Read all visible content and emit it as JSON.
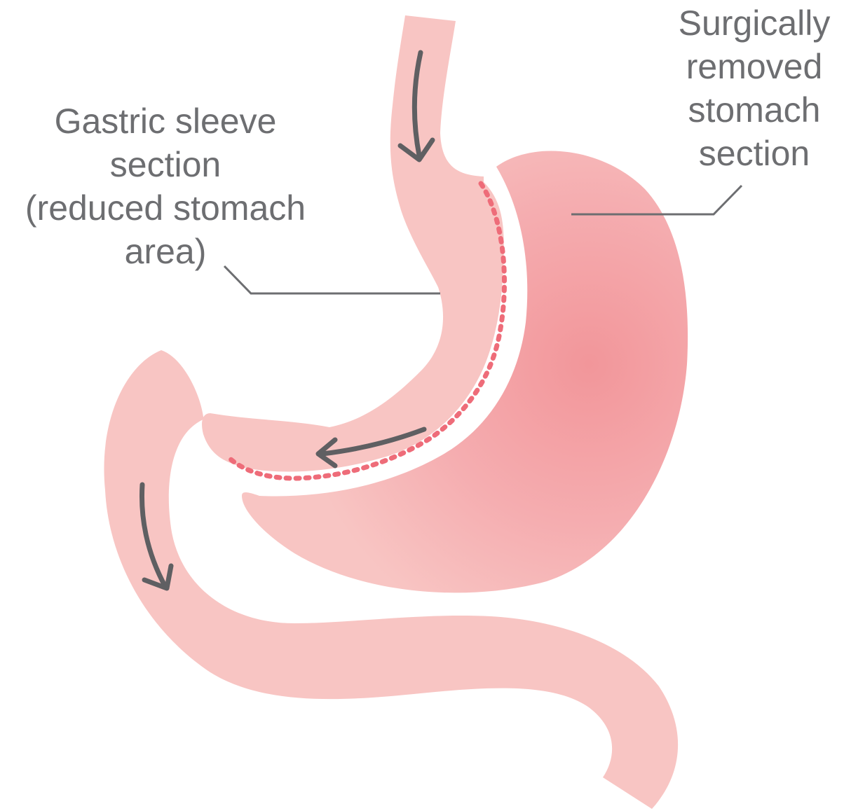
{
  "labels": {
    "sleeve": [
      "Gastric sleeve",
      "section",
      "(reduced stomach",
      "area)"
    ],
    "removed": [
      "Surgically",
      "removed",
      "stomach",
      "section"
    ]
  },
  "colors": {
    "tissue": "#f8c5c3",
    "removed_core": "#f2969a",
    "staple_line": "#ee6c79",
    "arrow": "#5f5f62",
    "leader_line": "#6d6e71",
    "text": "#6d6e71"
  }
}
